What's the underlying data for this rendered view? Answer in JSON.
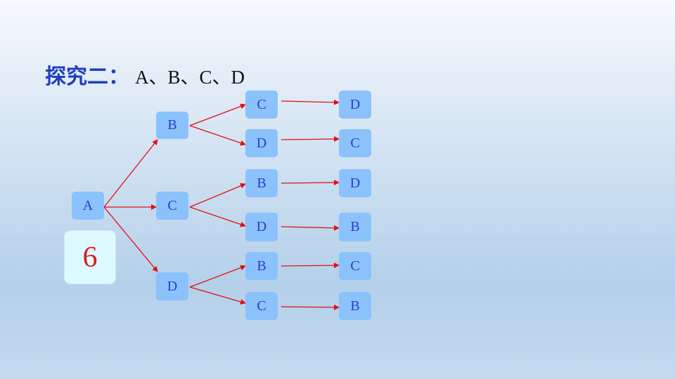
{
  "title": {
    "label": "探究二：",
    "letters": "A、B、C、D"
  },
  "count": "6",
  "tree": {
    "root": "A",
    "level1": [
      "B",
      "C",
      "D"
    ],
    "level2": [
      "C",
      "D",
      "B",
      "D",
      "B",
      "C"
    ],
    "level3": [
      "D",
      "C",
      "D",
      "B",
      "C",
      "B"
    ]
  },
  "colors": {
    "node": "#8cc2fb",
    "node_text": "#2a3cc8",
    "edge": "#e01010",
    "count_bg": "#dcfaff",
    "count_text": "#d91e1e",
    "title_label": "#1f3fbf"
  }
}
